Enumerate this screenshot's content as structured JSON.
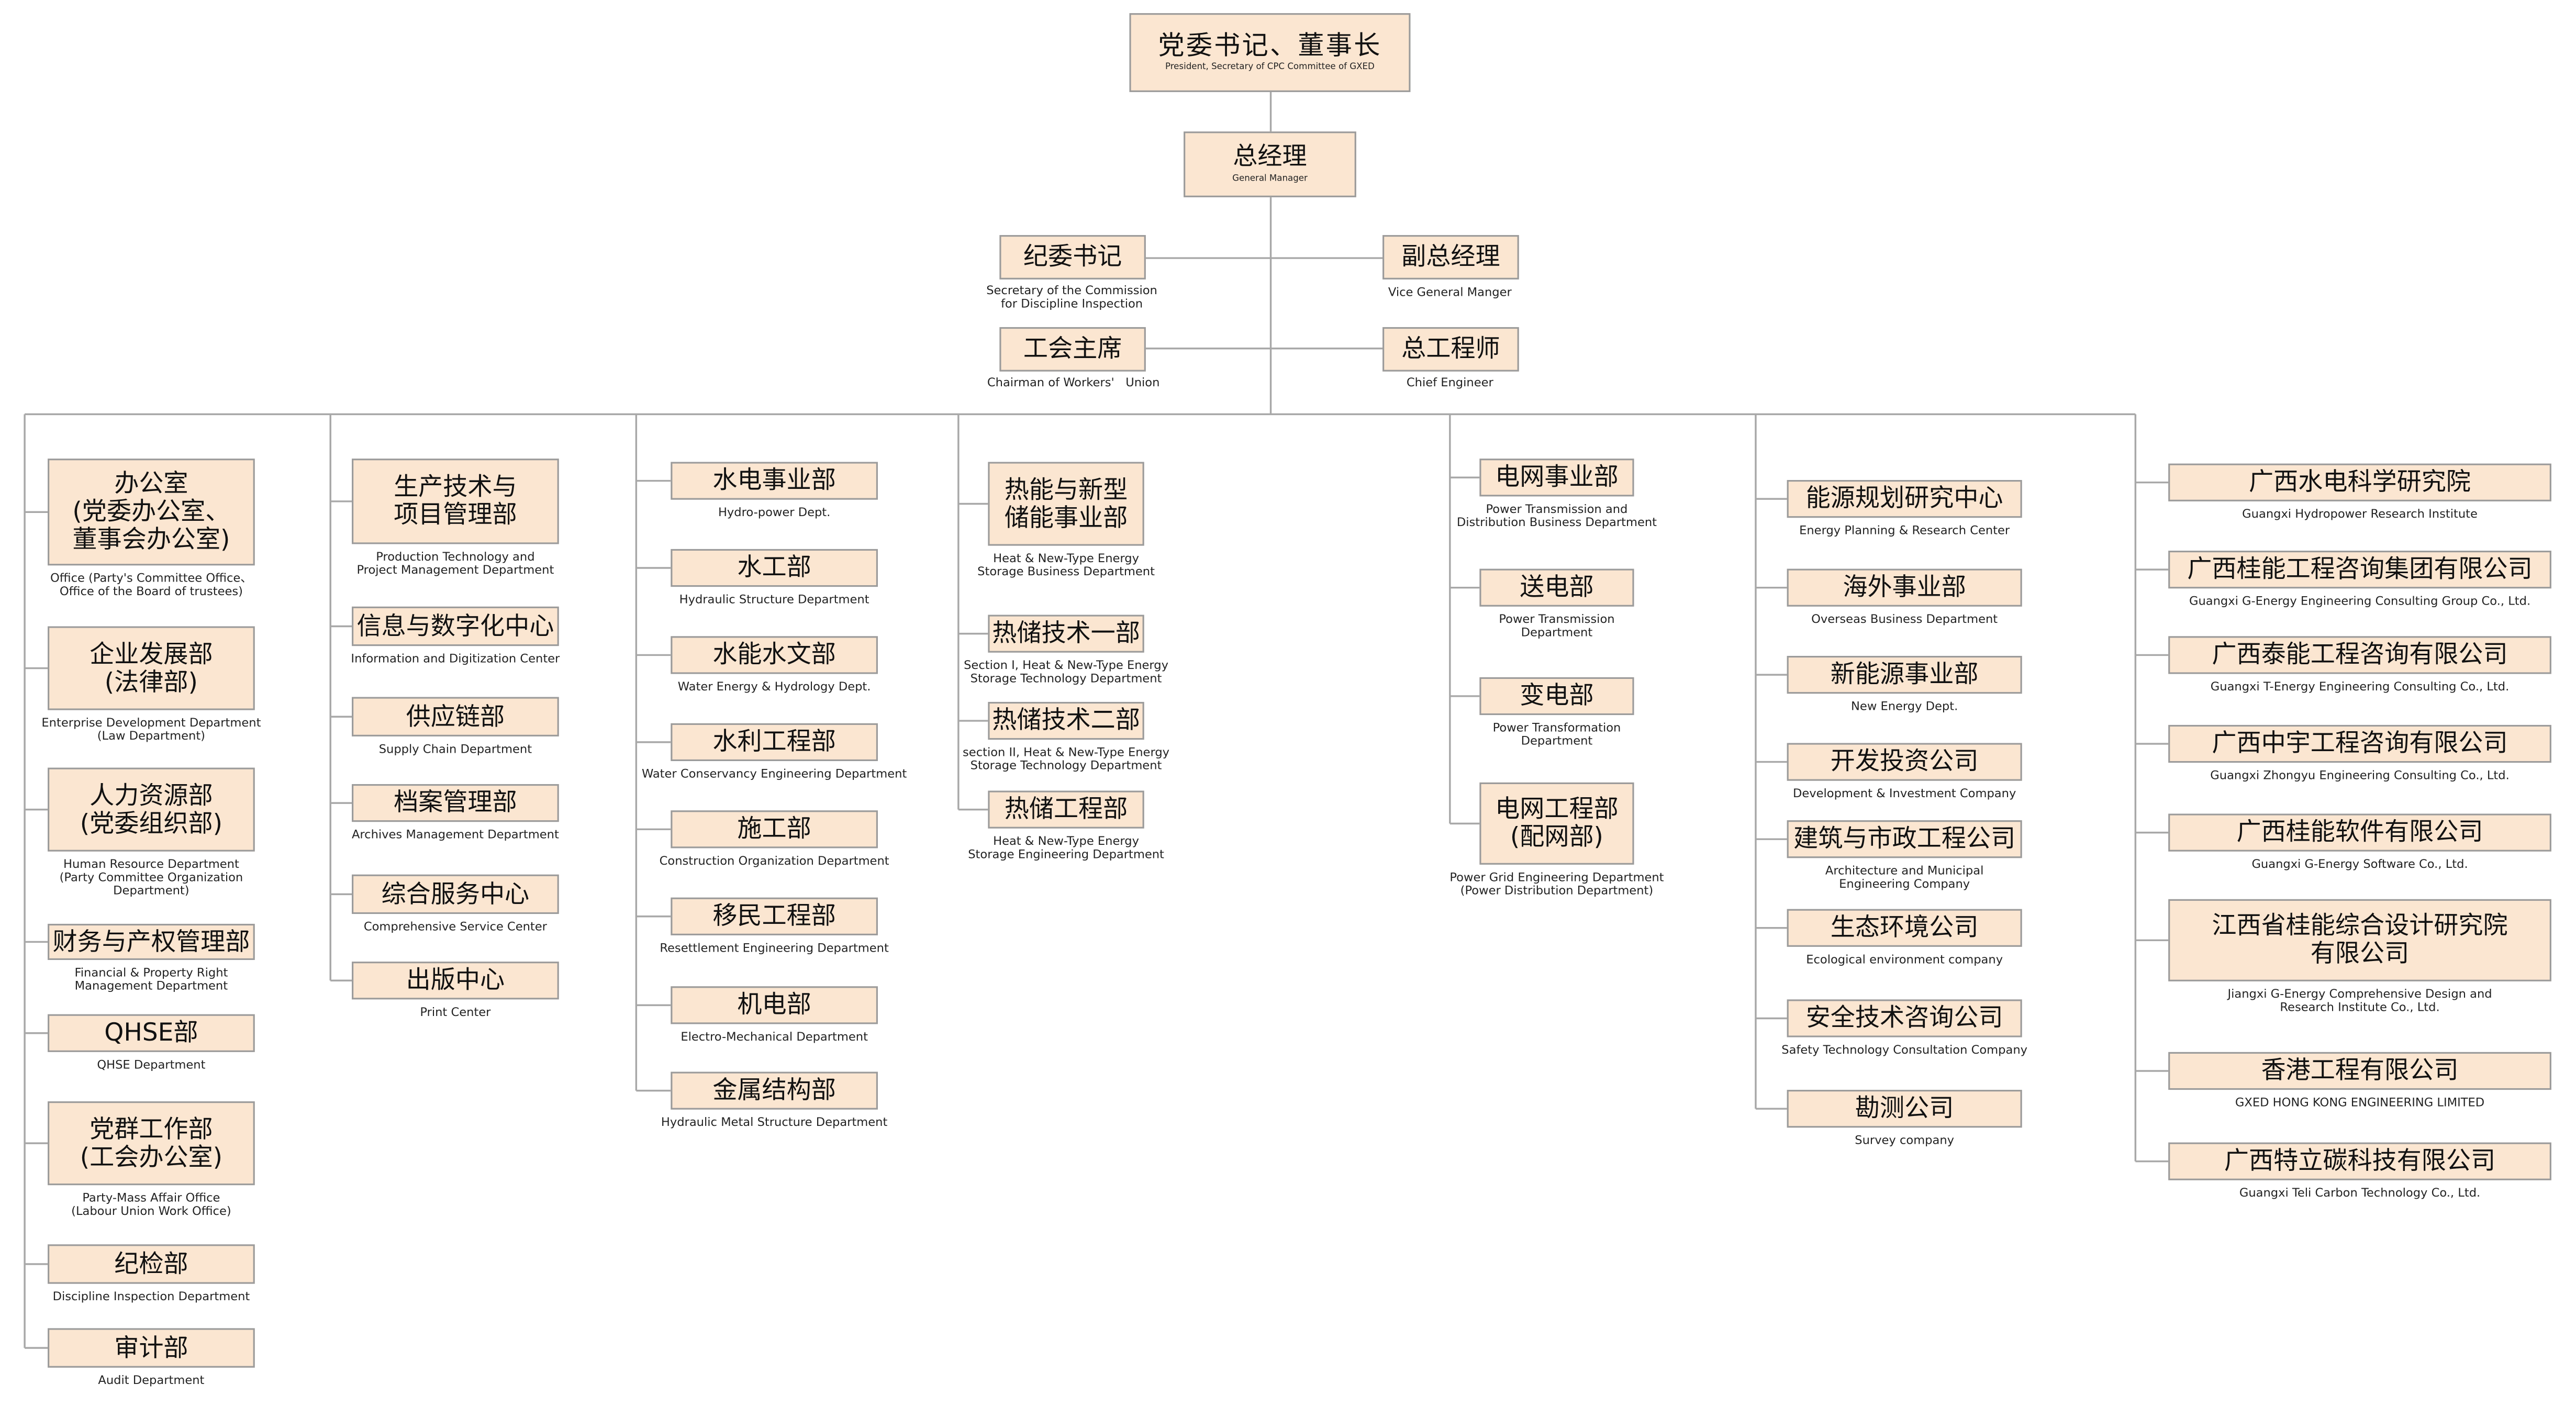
{
  "chart_data": {
    "type": "org-chart",
    "root": {
      "zh": "党委书记、董事长",
      "en": "President, Secretary of CPC Committee of GXED"
    },
    "general_manager": {
      "zh": "总经理",
      "en": "General Manager"
    },
    "side": {
      "discipline_secretary": {
        "zh": "纪委书记",
        "en": "Secretary of the Commission\nfor Discipline Inspection"
      },
      "vice_gm": {
        "zh": "副总经理",
        "en": "Vice General Manger"
      },
      "union_chair": {
        "zh": "工会主席",
        "en": "Chairman of Workers'   Union"
      },
      "chief_engineer": {
        "zh": "总工程师",
        "en": "Chief Engineer"
      }
    },
    "columns": [
      {
        "items": [
          {
            "zh": "办公室\n(党委办公室、\n董事会办公室)",
            "en": "Office (Party's Committee Office、\nOffice of the Board of trustees)"
          },
          {
            "zh": "企业发展部\n(法律部)",
            "en": "Enterprise Development Department\n(Law Department)"
          },
          {
            "zh": "人力资源部\n(党委组织部)",
            "en": "Human Resource Department\n(Party Committee Organization\nDepartment)"
          },
          {
            "zh": "财务与产权管理部",
            "en": "Financial & Property Right\nManagement Department"
          },
          {
            "zh": "QHSE部",
            "en": "QHSE Department"
          },
          {
            "zh": "党群工作部\n(工会办公室)",
            "en": "Party-Mass Affair Office\n(Labour Union Work Office)"
          },
          {
            "zh": "纪检部",
            "en": "Discipline Inspection Department"
          },
          {
            "zh": "审计部",
            "en": "Audit Department"
          }
        ]
      },
      {
        "items": [
          {
            "zh": "生产技术与\n项目管理部",
            "en": "Production Technology and\nProject Management Department"
          },
          {
            "zh": "信息与数字化中心",
            "en": "Information and Digitization Center"
          },
          {
            "zh": "供应链部",
            "en": "Supply Chain Department"
          },
          {
            "zh": "档案管理部",
            "en": "Archives Management Department"
          },
          {
            "zh": "综合服务中心",
            "en": "Comprehensive Service Center"
          },
          {
            "zh": "出版中心",
            "en": "Print Center"
          }
        ]
      },
      {
        "items": [
          {
            "zh": "水电事业部",
            "en": "Hydro-power Dept."
          },
          {
            "zh": "水工部",
            "en": "Hydraulic Structure Department"
          },
          {
            "zh": "水能水文部",
            "en": "Water Energy & Hydrology Dept."
          },
          {
            "zh": "水利工程部",
            "en": "Water Conservancy Engineering Department"
          },
          {
            "zh": "施工部",
            "en": "Construction Organization Department"
          },
          {
            "zh": "移民工程部",
            "en": "Resettlement Engineering Department"
          },
          {
            "zh": "机电部",
            "en": "Electro-Mechanical Department"
          },
          {
            "zh": "金属结构部",
            "en": "Hydraulic Metal Structure Department"
          }
        ]
      },
      {
        "items": [
          {
            "zh": "热能与新型\n储能事业部",
            "en": "Heat & New-Type Energy\nStorage Business Department"
          },
          {
            "zh": "热储技术一部",
            "en": "Section I, Heat & New-Type Energy\nStorage Technology Department"
          },
          {
            "zh": "热储技术二部",
            "en": "section II, Heat & New-Type Energy\nStorage Technology Department"
          },
          {
            "zh": "热储工程部",
            "en": "Heat & New-Type Energy\nStorage Engineering Department"
          }
        ]
      },
      {
        "items": [
          {
            "zh": "电网事业部",
            "en": "Power Transmission and\nDistribution Business Department"
          },
          {
            "zh": "送电部",
            "en": "Power Transmission\nDepartment"
          },
          {
            "zh": "变电部",
            "en": "Power Transformation\nDepartment"
          },
          {
            "zh": "电网工程部\n(配网部)",
            "en": "Power Grid Engineering Department\n(Power Distribution Department)"
          }
        ]
      },
      {
        "items": [
          {
            "zh": "能源规划研究中心",
            "en": "Energy Planning & Research Center"
          },
          {
            "zh": "海外事业部",
            "en": "Overseas Business Department"
          },
          {
            "zh": "新能源事业部",
            "en": "New Energy Dept."
          },
          {
            "zh": "开发投资公司",
            "en": "Development & Investment Company"
          },
          {
            "zh": "建筑与市政工程公司",
            "en": "Architecture and Municipal\nEngineering Company"
          },
          {
            "zh": "生态环境公司",
            "en": "Ecological environment company"
          },
          {
            "zh": "安全技术咨询公司",
            "en": "Safety Technology Consultation Company"
          },
          {
            "zh": "勘测公司",
            "en": "Survey company"
          }
        ]
      },
      {
        "items": [
          {
            "zh": "广西水电科学研究院",
            "en": "Guangxi Hydropower Research Institute"
          },
          {
            "zh": "广西桂能工程咨询集团有限公司",
            "en": "Guangxi G-Energy Engineering Consulting Group Co., Ltd."
          },
          {
            "zh": "广西泰能工程咨询有限公司",
            "en": "Guangxi T-Energy Engineering Consulting Co., Ltd."
          },
          {
            "zh": "广西中宇工程咨询有限公司",
            "en": "Guangxi Zhongyu Engineering Consulting Co., Ltd."
          },
          {
            "zh": "广西桂能软件有限公司",
            "en": "Guangxi G-Energy Software Co., Ltd."
          },
          {
            "zh": "江西省桂能综合设计研究院\n有限公司",
            "en": "Jiangxi G-Energy Comprehensive Design and\nResearch Institute Co., Ltd."
          },
          {
            "zh": "香港工程有限公司",
            "en": "GXED HONG KONG ENGINEERING LIMITED"
          },
          {
            "zh": "广西特立碳科技有限公司",
            "en": "Guangxi Teli Carbon Technology Co., Ltd."
          }
        ]
      }
    ]
  },
  "colors": {
    "box_fill": "#fbe6d1",
    "box_border": "#9b9b9b",
    "line": "#a8a8a8"
  }
}
